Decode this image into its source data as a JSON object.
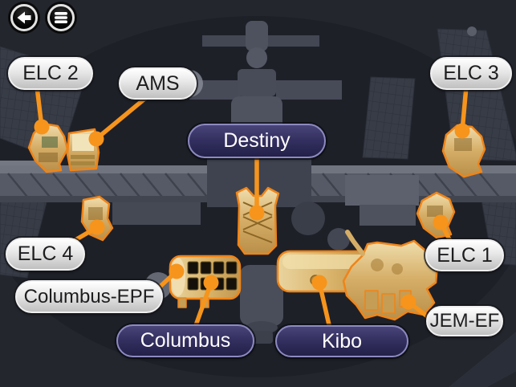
{
  "screen": {
    "description": "ISS diagram viewer with labeled external modules",
    "background_color": "#23262d"
  },
  "toolbar": {
    "back_icon": "back-arrow",
    "menu_icon": "list-menu"
  },
  "callouts": [
    {
      "id": "elc2",
      "label": "ELC 2",
      "style": "light"
    },
    {
      "id": "ams",
      "label": "AMS",
      "style": "light"
    },
    {
      "id": "elc3",
      "label": "ELC 3",
      "style": "light"
    },
    {
      "id": "destiny",
      "label": "Destiny",
      "style": "dark"
    },
    {
      "id": "elc4",
      "label": "ELC 4",
      "style": "light"
    },
    {
      "id": "elc1",
      "label": "ELC 1",
      "style": "light"
    },
    {
      "id": "columbus_epf",
      "label": "Columbus-EPF",
      "style": "light"
    },
    {
      "id": "columbus",
      "label": "Columbus",
      "style": "dark"
    },
    {
      "id": "kibo",
      "label": "Kibo",
      "style": "dark"
    },
    {
      "id": "jem_ef",
      "label": "JEM-EF",
      "style": "light"
    }
  ],
  "colors": {
    "leader_line": "#f6941c",
    "highlight_stroke": "#ef8418",
    "highlight_gold": "#d9b878",
    "dark_pill_bg": "#343060",
    "dark_pill_border": "#8d8ac0",
    "light_pill_bg": "#e7e7e7"
  }
}
